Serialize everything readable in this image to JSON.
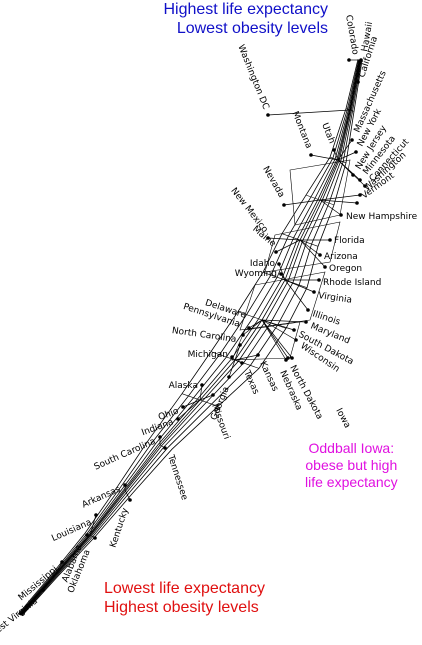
{
  "header": {
    "top_line1": "Highest life expectancy",
    "top_line2": "Lowest obesity levels",
    "bottom_line1": "Lowest life expectancy",
    "bottom_line2": "Highest obesity levels",
    "note_line1": "Oddball Iowa:",
    "note_line2": "obese but high",
    "note_line3": "life expectancy"
  },
  "colors": {
    "top_title": "#1010c8",
    "bottom_title": "#e01010",
    "note": "#e010e0"
  },
  "states": [
    "Hawaii",
    "Colorado",
    "California",
    "Washington DC",
    "Massachusetts",
    "Montana",
    "Utah",
    "New York",
    "New Jersey",
    "Minnesota",
    "Connecticut",
    "Washington",
    "Vermont",
    "Nevada",
    "New Mexico",
    "New Hampshire",
    "Florida",
    "Maine",
    "Idaho",
    "Arizona",
    "Wyoming",
    "Oregon",
    "Rhode Island",
    "Virginia",
    "Illinois",
    "Delaware",
    "Maryland",
    "Pennsylvania",
    "South Dakota",
    "North Carolina",
    "Wisconsin",
    "Michigan",
    "North Dakota",
    "Kansas",
    "Nebraska",
    "Texas",
    "Alaska",
    "Georgia",
    "Iowa",
    "Ohio",
    "Missouri",
    "Indiana",
    "South Carolina",
    "Tennessee",
    "Arkansas",
    "Kentucky",
    "Louisiana",
    "Alabama",
    "Oklahoma",
    "Mississippi",
    "West Virginia"
  ]
}
